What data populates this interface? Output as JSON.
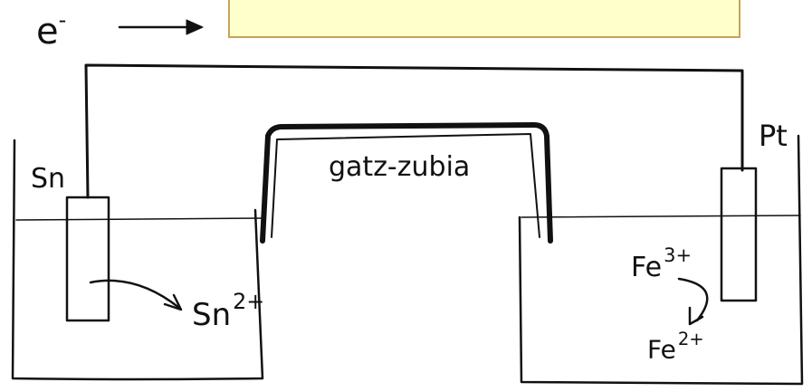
{
  "diagram": {
    "electron": {
      "symbol": "e",
      "charge": "-"
    },
    "salt_bridge_label": "gatz-zubia",
    "left_electrode": {
      "label": "Sn"
    },
    "left_ion": {
      "base": "Sn",
      "charge": "2+"
    },
    "right_electrode": {
      "label": "Pt"
    },
    "right_ion_oxidized": {
      "base": "Fe",
      "charge": "3+"
    },
    "right_ion_reduced": {
      "base": "Fe",
      "charge": "2+"
    }
  },
  "colors": {
    "caption_box_fill": "#ffffcc",
    "caption_box_border": "#c9a15a",
    "ink": "#111111"
  }
}
